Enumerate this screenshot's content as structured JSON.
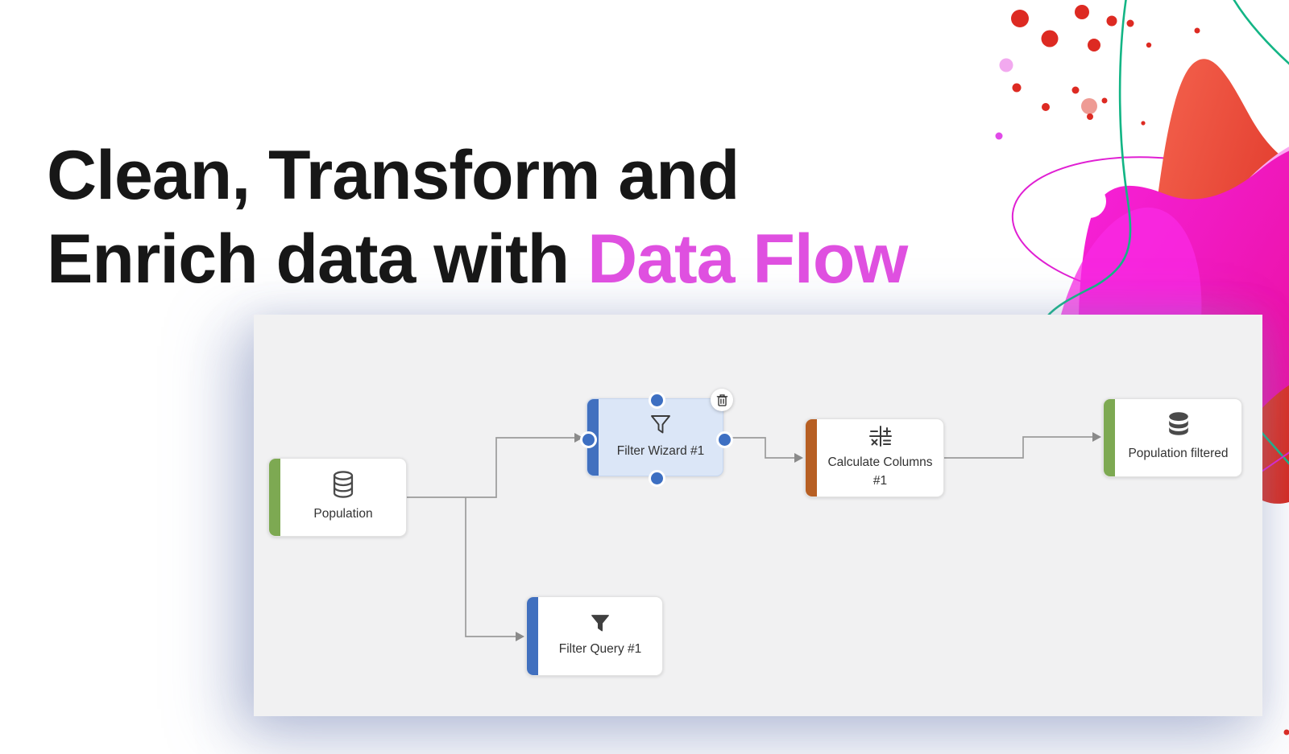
{
  "heading": {
    "line1": "Clean, Transform and",
    "line2_prefix": "Enrich data with ",
    "line2_highlight": "Data Flow"
  },
  "colors": {
    "heading_text": "#171717",
    "highlight_pink": "#df50e0",
    "panel_bg": "#f1f1f2",
    "source_green": "#7da952",
    "transform_blue": "#4170bf",
    "selected_node_fill": "#dbe6f7",
    "calculate_orange": "#b75f23",
    "connector_gray": "#9b9b9b",
    "port_blue": "#3d6fc2",
    "art_red": "#dd2a22",
    "art_magenta": "#ec0f9f",
    "art_teal": "#13b585"
  },
  "canvas": {
    "nodes": [
      {
        "id": "population",
        "label": "Population",
        "type": "source",
        "accent": "#7da952",
        "icon": "database-outline-icon"
      },
      {
        "id": "filter-wizard",
        "label": "Filter Wizard #1",
        "type": "transform",
        "accent": "#4170bf",
        "icon": "funnel-outline-icon",
        "selected": true
      },
      {
        "id": "calculate-columns",
        "label": "Calculate Columns #1",
        "type": "transform",
        "accent": "#b75f23",
        "icon": "calculator-icon"
      },
      {
        "id": "population-filtered",
        "label": "Population filtered",
        "type": "target",
        "accent": "#7da952",
        "icon": "database-filled-icon"
      },
      {
        "id": "filter-query",
        "label": "Filter Query #1",
        "type": "transform",
        "accent": "#4170bf",
        "icon": "funnel-filled-icon"
      }
    ],
    "connections": [
      {
        "from": "population",
        "to": "filter-wizard"
      },
      {
        "from": "population",
        "to": "filter-query"
      },
      {
        "from": "filter-wizard",
        "to": "calculate-columns"
      },
      {
        "from": "calculate-columns",
        "to": "population-filtered"
      }
    ]
  }
}
